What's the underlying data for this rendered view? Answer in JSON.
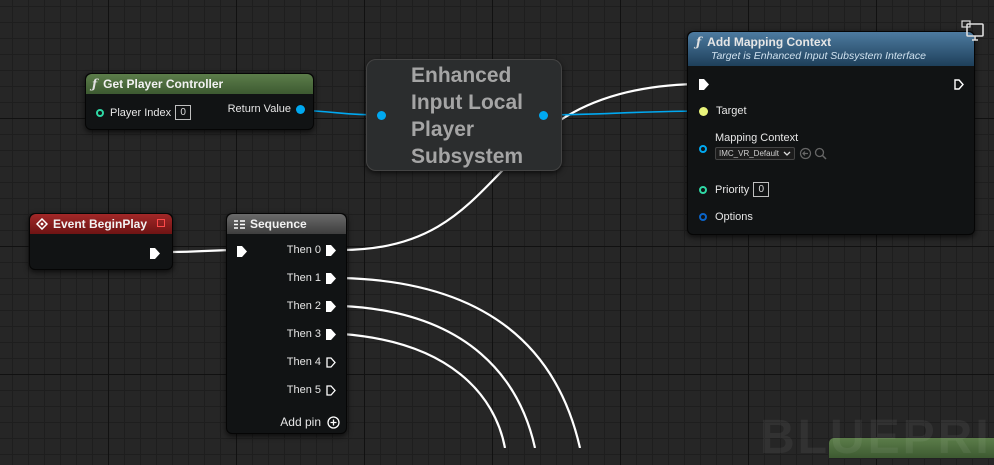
{
  "nodes": {
    "get_player_controller": {
      "title": "Get Player Controller",
      "pin_player_index": "Player Index",
      "player_index_value": "0",
      "pin_return_value": "Return Value"
    },
    "enhanced_input": {
      "title": "Enhanced Input Local Player Subsystem"
    },
    "add_mapping_context": {
      "title": "Add Mapping Context",
      "subtitle": "Target is Enhanced Input Subsystem Interface",
      "pin_target": "Target",
      "pin_mapping_context": "Mapping Context",
      "mapping_context_value": "IMC_VR_Default",
      "pin_priority": "Priority",
      "priority_value": "0",
      "pin_options": "Options"
    },
    "event_begin_play": {
      "title": "Event BeginPlay"
    },
    "sequence": {
      "title": "Sequence",
      "outputs": [
        "Then 0",
        "Then 1",
        "Then 2",
        "Then 3",
        "Then 4",
        "Then 5"
      ],
      "add_pin": "Add pin"
    }
  },
  "colors": {
    "function_header": "#4d6b3e",
    "event_header": "#8b1c1c",
    "call_header": "#3f6a8a",
    "object_pin": "#00a8f0",
    "int_pin": "#2fd8a5",
    "struct_pin": "#0b64c8",
    "target_pin": "#e9f47b"
  },
  "icons": {
    "function": "function-icon",
    "event": "event-diamond-icon",
    "sequence": "sequence-icon",
    "add": "add-pin-icon",
    "browse": "browse-icon",
    "search": "search-icon",
    "monitor": "monitor-icon"
  },
  "watermark": "BLUEPRINT"
}
